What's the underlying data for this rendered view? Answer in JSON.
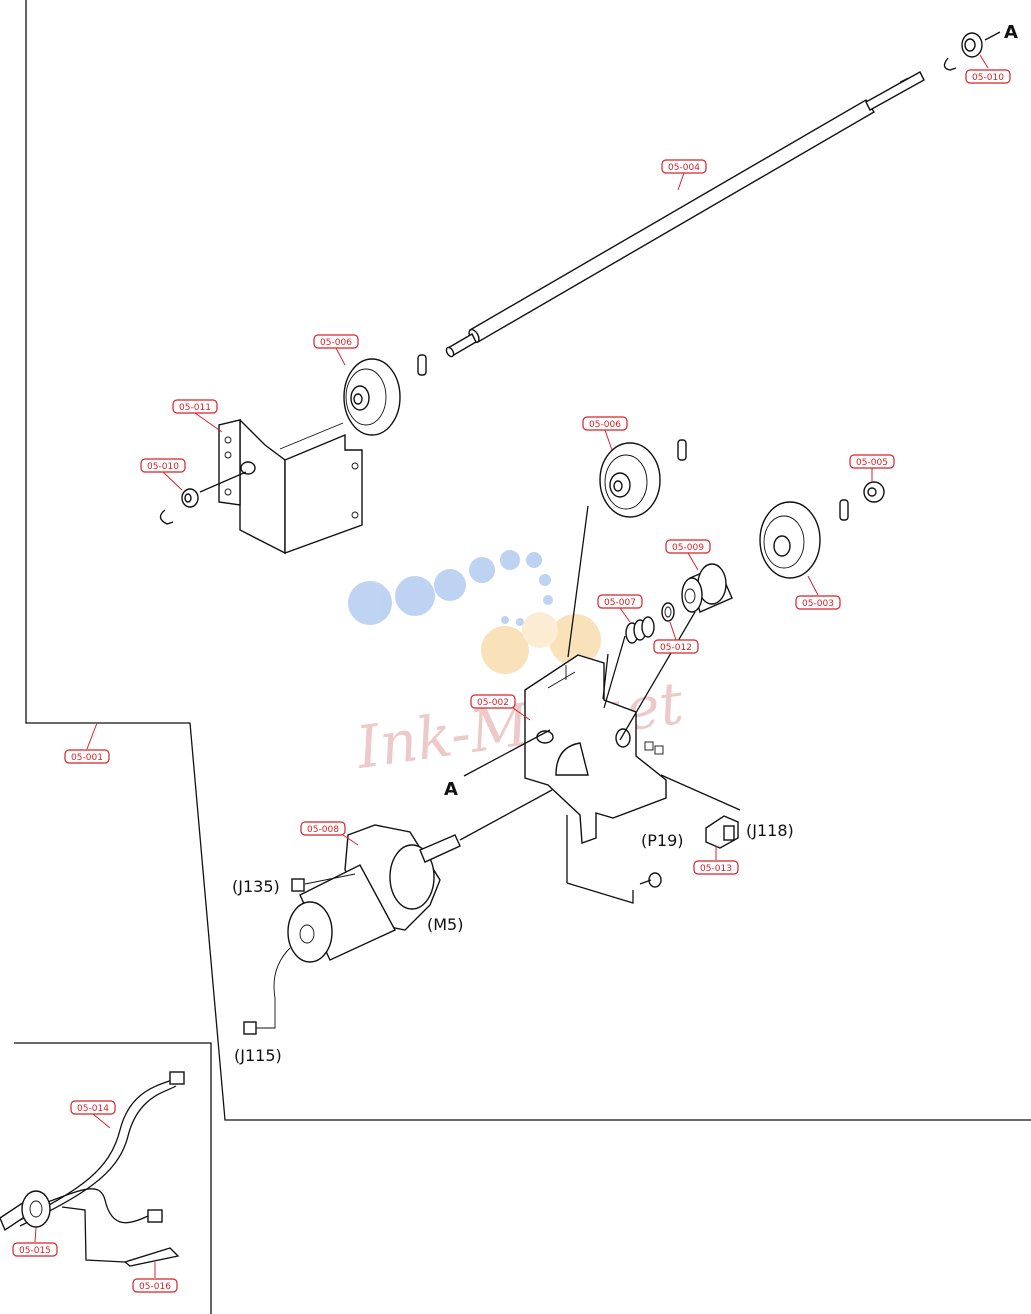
{
  "labels": {
    "shaft_end_bushing": "05-010",
    "shaft": "05-004",
    "left_gear": "05-006",
    "left_bracket": "05-011",
    "left_bushing": "05-010",
    "center_gear": "05-006",
    "right_bushing": "05-005",
    "pulley": "05-009",
    "large_gear": "05-003",
    "spring": "05-007",
    "washer": "05-012",
    "main_bracket": "05-002",
    "frame": "05-001",
    "motor": "05-008",
    "sensor": "05-013",
    "harness": "05-014",
    "grommet": "05-015",
    "cable_tie": "05-016"
  },
  "connectors": {
    "j135": "(J135)",
    "m5": "(M5)",
    "j115": "(J115)",
    "p19": "(P19)",
    "j118": "(J118)"
  },
  "markers": {
    "top": "A",
    "mid": "A"
  },
  "watermark": "Ink-Market",
  "colors": {
    "label_red": "#d8232a",
    "line": "#111111",
    "watermark_blue": "#a9c4ee",
    "watermark_orange": "#f8d7a4"
  }
}
